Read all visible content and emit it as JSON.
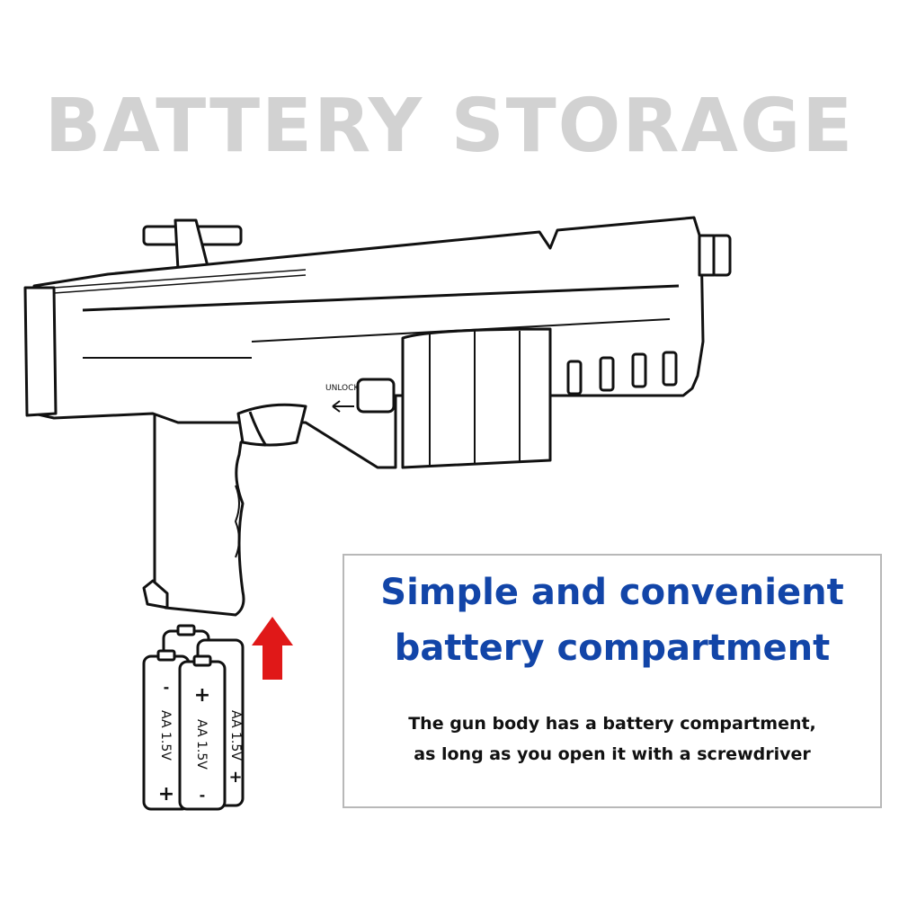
{
  "title": "BATTERY STORAGE",
  "switch_label": "UNLOCK",
  "batteries": [
    {
      "plus": "+",
      "minus": "-",
      "label": "AA 1.5V"
    },
    {
      "plus": "+",
      "minus": "-",
      "label": "AA 1.5V"
    },
    {
      "plus": "+",
      "minus": "-",
      "label": "AA 1.5V"
    }
  ],
  "infobox": {
    "headline_line1": "Simple and convenient",
    "headline_line2": "battery compartment",
    "body_line1": "The gun body has a battery compartment,",
    "body_line2": "as long as you open it with a screwdriver"
  },
  "colors": {
    "title": "#d2d2d2",
    "headline": "#1245a8",
    "arrow": "#e01818"
  }
}
